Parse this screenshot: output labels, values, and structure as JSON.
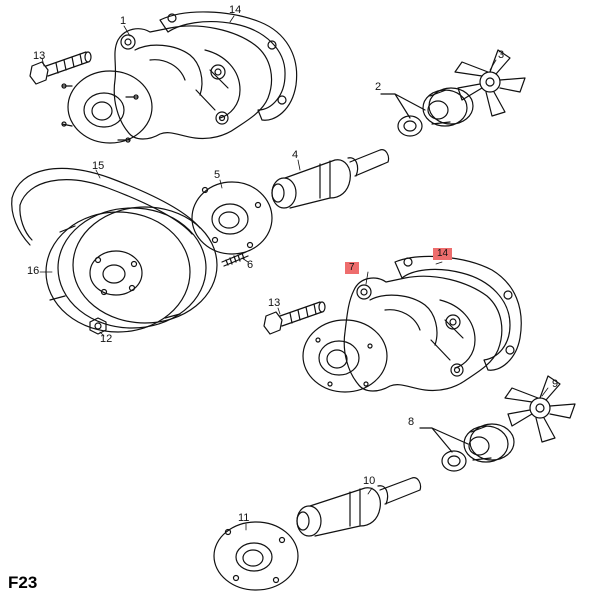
{
  "figure_code": "F23",
  "callouts": {
    "n1": "1",
    "n2": "2",
    "n3": "3",
    "n4": "4",
    "n5": "5",
    "n6": "6",
    "n7": "7",
    "n8": "8",
    "n9": "9",
    "n10": "10",
    "n11": "11",
    "n12": "12",
    "n13a": "13",
    "n13b": "13",
    "n14a": "14",
    "n14b": "14",
    "n15": "15",
    "n16": "16"
  },
  "highlight_color": "#ee6d6d"
}
